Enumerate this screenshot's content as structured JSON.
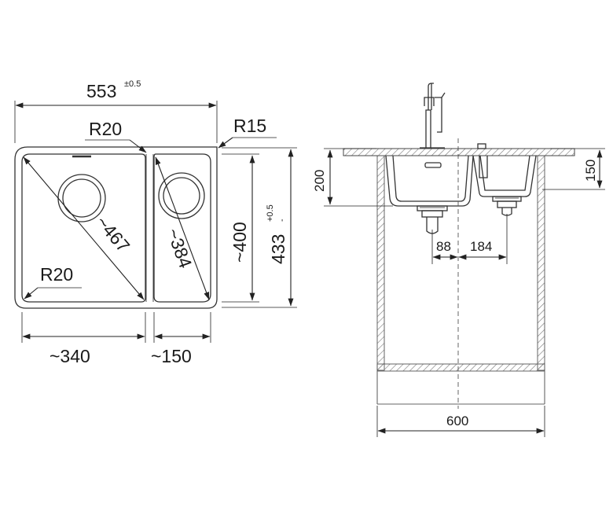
{
  "top_view": {
    "width_value": "553",
    "width_tol": "±0.5",
    "corner_left_label": "R20",
    "corner_outer_label": "R15",
    "corner_bottom_label": "R20",
    "diag_large": "~467",
    "diag_small": "~384",
    "height_inner": "~400",
    "height_outer": "433",
    "height_outer_tol": "+0.5",
    "height_outer_tol_minus": "-",
    "bowl_large_width": "~340",
    "bowl_small_width": "~150"
  },
  "side_view": {
    "depth_large": "200",
    "depth_small": "150",
    "offset_a": "88",
    "offset_b": "184",
    "cabinet_width": "600"
  },
  "colors": {
    "line": "#222222",
    "background": "#ffffff",
    "hatch": "#777777"
  }
}
